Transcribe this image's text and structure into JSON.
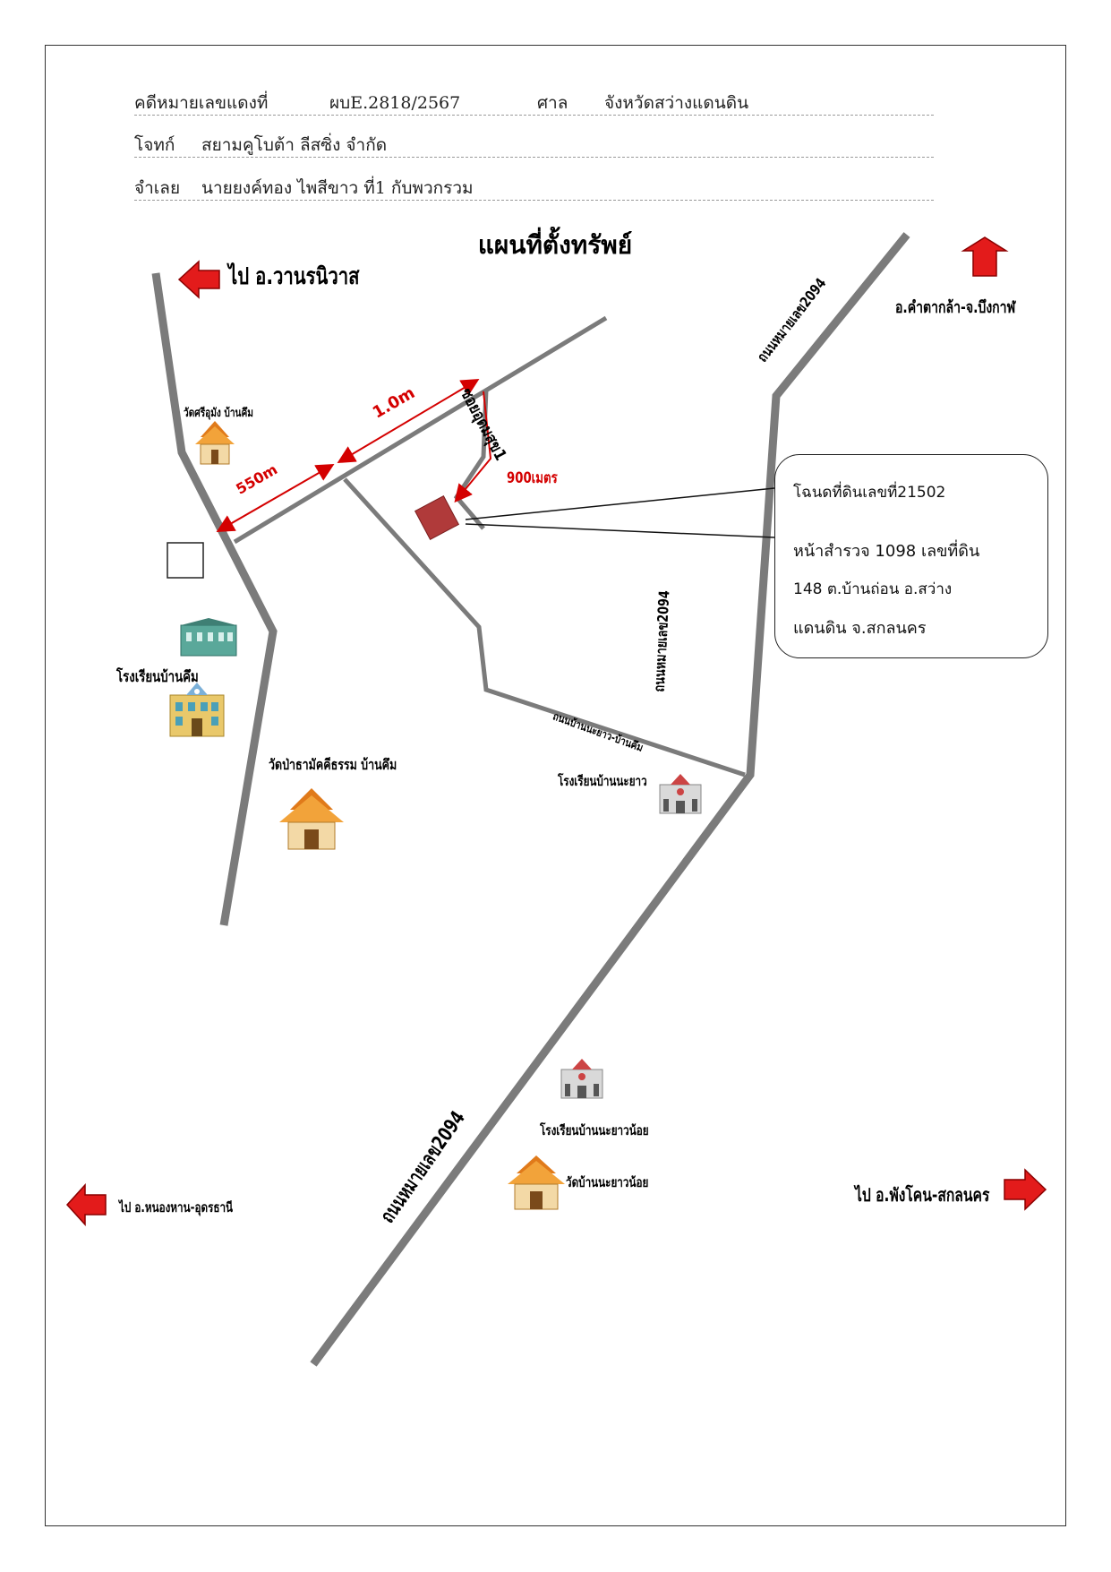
{
  "header": {
    "case_label": "คดีหมายเลขแดงที่",
    "case_number": "ผบE.2818/2567",
    "court_label": "ศาล",
    "court_name": "จังหวัดสว่างแดนดิน",
    "plaintiff_label": "โจทก์",
    "plaintiff_name": "สยามคูโบต้า ลีสซิ่ง จำกัด",
    "defendant_label": "จำเลย",
    "defendant_name": "นายยงค์ทอง ไพสีขาว ที่1 กับพวกรวม"
  },
  "map_title": "แผนที่ตั้งทรัพย์",
  "directions": {
    "north_west": "ไป อ.วานรนิวาส",
    "north_east": "อ.คำตากล้า-จ.บึงกาฬ",
    "south_west": "ไป อ.หนองหาน-อุดรธานี",
    "south_east": "ไป อ.พังโคน-สกลนคร"
  },
  "roads": {
    "highway_top": "ถนนหมายเลข2094",
    "highway_mid": "ถนนหมายเลข2094",
    "highway_bottom": "ถนนหมายเลข2094",
    "soi": "ซอยอุดมสุข1",
    "local_road": "ถนนบ้านนะยาว-บ้านคึม"
  },
  "distances": {
    "d1": "550m",
    "d2": "1.0m",
    "d3": "900เมตร"
  },
  "landmarks": {
    "temple_1": "วัดศรีอุมัง บ้านคึม",
    "school_1": "โรงเรียนบ้านคึม",
    "temple_2": "วัดป่าธามัคคีธรรม บ้านคึม",
    "school_2": "โรงเรียนบ้านนะยาว",
    "school_3": "โรงเรียนบ้านนะยาวน้อย",
    "temple_3": "วัดบ้านนะยาวน้อย"
  },
  "deed": {
    "line1": "โฉนดที่ดินเลขที่21502",
    "line2": "หน้าสำรวจ 1098 เลขที่ดิน",
    "line3": "148 ต.บ้านถ่อน อ.สว่าง",
    "line4": "แดนดิน จ.สกลนคร"
  },
  "colors": {
    "road": "#7b7b7b",
    "distance": "#d40000",
    "arrow": "#e31b1b",
    "property": "#b03a3a"
  },
  "icons": {
    "temple": "thai-temple-icon",
    "school": "school-building-icon",
    "property": "property-marker-icon"
  }
}
